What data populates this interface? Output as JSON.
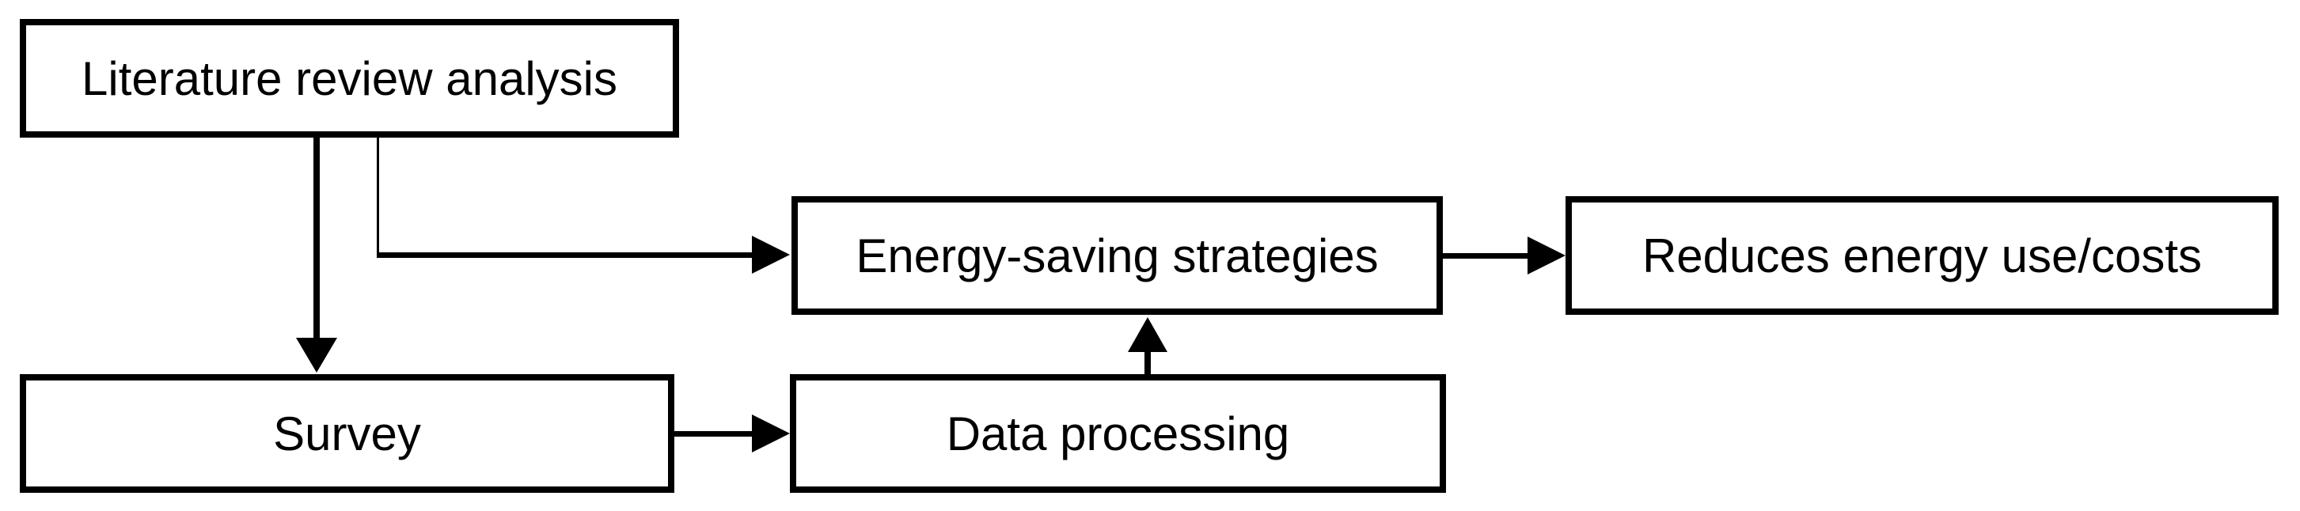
{
  "diagram": {
    "type": "flowchart",
    "colors": {
      "background": "#ffffff",
      "node_fill": "#ffffff",
      "line": "#000000",
      "text": "#000000"
    },
    "nodes": [
      {
        "id": "literature",
        "label": "Literature review analysis"
      },
      {
        "id": "survey",
        "label": "Survey"
      },
      {
        "id": "data_processing",
        "label": "Data processing"
      },
      {
        "id": "energy_saving",
        "label": "Energy-saving strategies"
      },
      {
        "id": "reduces",
        "label": "Reduces energy use/costs"
      }
    ],
    "edges": [
      {
        "from": "literature",
        "to": "survey",
        "style": "thick-straight-down-arrow"
      },
      {
        "from": "literature",
        "to": "energy_saving",
        "style": "thin-elbow-then-thick-right-arrow"
      },
      {
        "from": "survey",
        "to": "data_processing",
        "style": "thick-right-arrow"
      },
      {
        "from": "data_processing",
        "to": "energy_saving",
        "style": "thick-up-arrow"
      },
      {
        "from": "energy_saving",
        "to": "reduces",
        "style": "thick-right-arrow"
      }
    ]
  }
}
